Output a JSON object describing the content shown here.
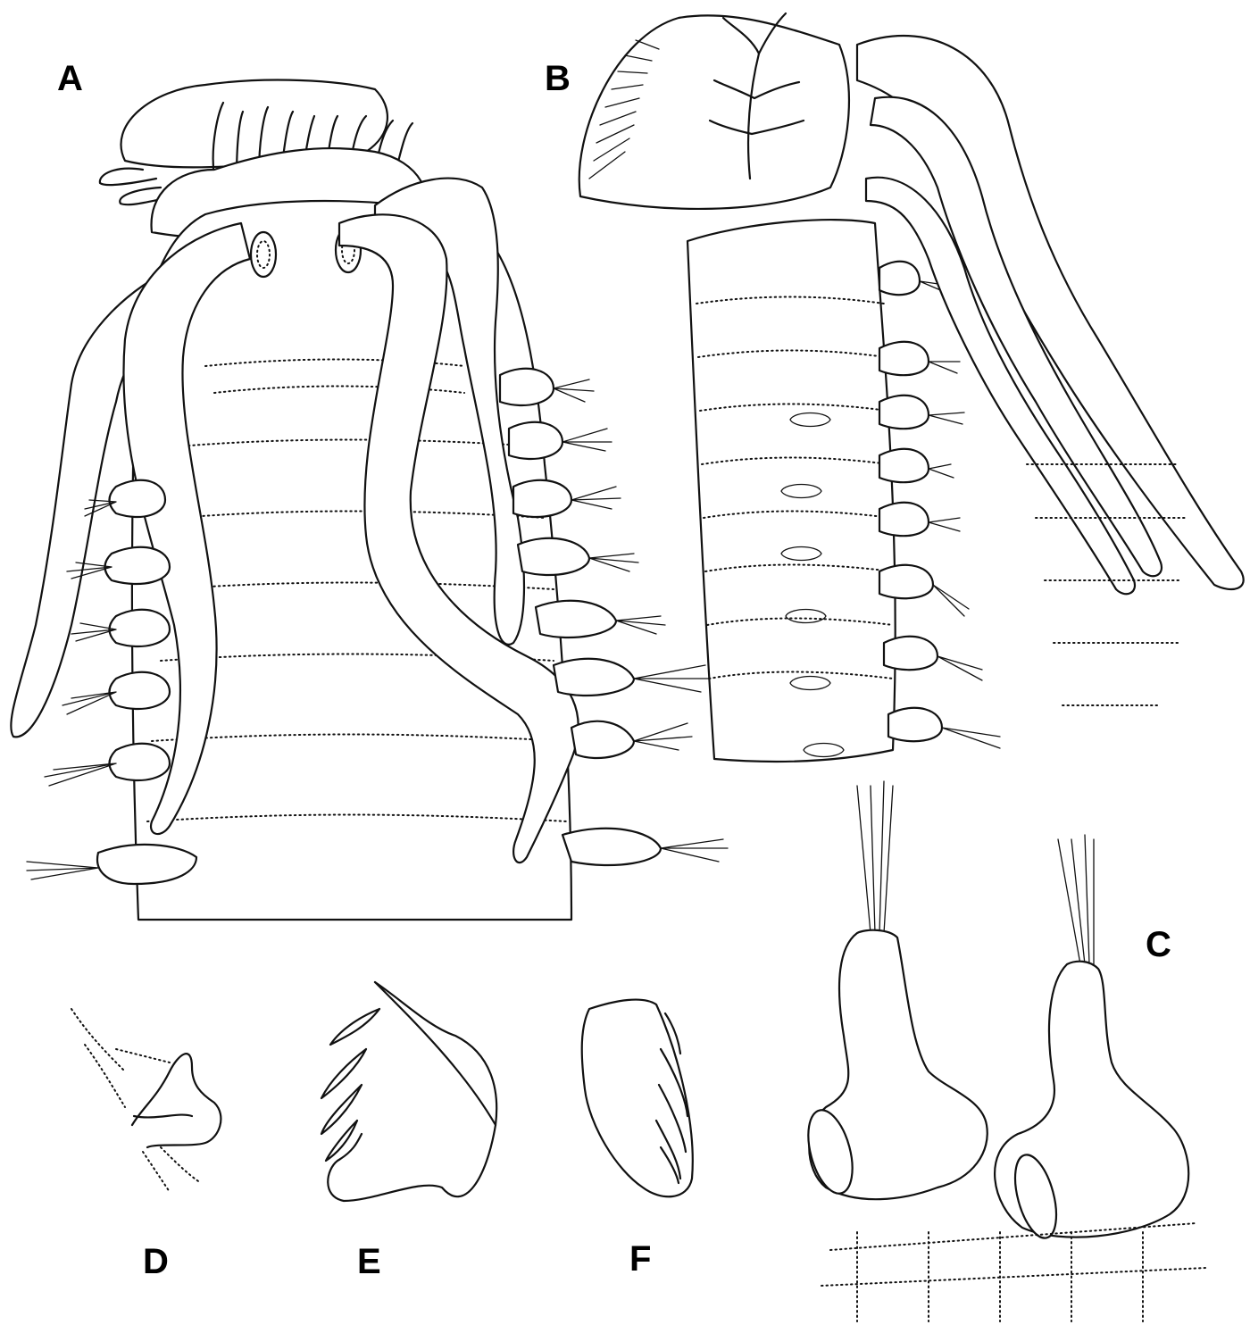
{
  "figure": {
    "panels": [
      {
        "id": "A",
        "label": "A",
        "subject": "anterior end, ventral view with tentacles and parapodia"
      },
      {
        "id": "B",
        "label": "B",
        "subject": "anterior end, lateral view with branchiae and tentacles"
      },
      {
        "id": "C",
        "label": "C",
        "subject": "two parapodia with notochaetae and neuropodial tori"
      },
      {
        "id": "D",
        "label": "D",
        "subject": "parapodial detail"
      },
      {
        "id": "E",
        "label": "E",
        "subject": "uncinus (toothed hook)"
      },
      {
        "id": "F",
        "label": "F",
        "subject": "uncinus (toothed hook), alternate view"
      }
    ]
  },
  "labels": {
    "a": "A",
    "b": "B",
    "c": "C",
    "d": "D",
    "e": "E",
    "f": "F"
  }
}
